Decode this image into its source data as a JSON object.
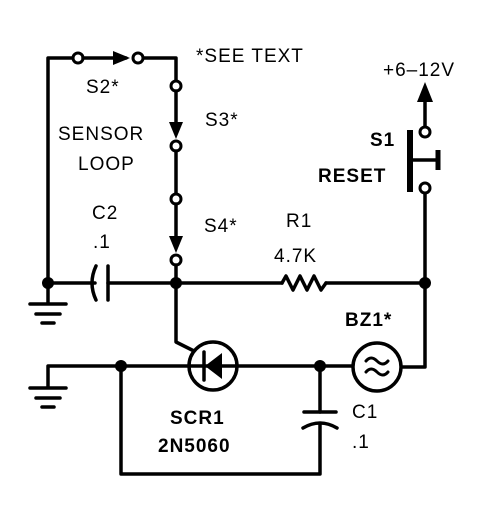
{
  "labels": {
    "see_text": "*SEE TEXT",
    "s2": "S2*",
    "s3": "S3*",
    "s4": "S4*",
    "sensor_line1": "SENSOR",
    "sensor_line2": "LOOP",
    "supply": "+6–12V",
    "s1": "S1",
    "reset": "RESET",
    "c2_name": "C2",
    "c2_value": ".1",
    "r1_name": "R1",
    "r1_value": "4.7K",
    "bz1": "BZ1*",
    "scr1_name": "SCR1",
    "scr1_part": "2N5060",
    "c1_name": "C1",
    "c1_value": ".1"
  },
  "colors": {
    "ink": "#000000",
    "paper": "#ffffff"
  }
}
